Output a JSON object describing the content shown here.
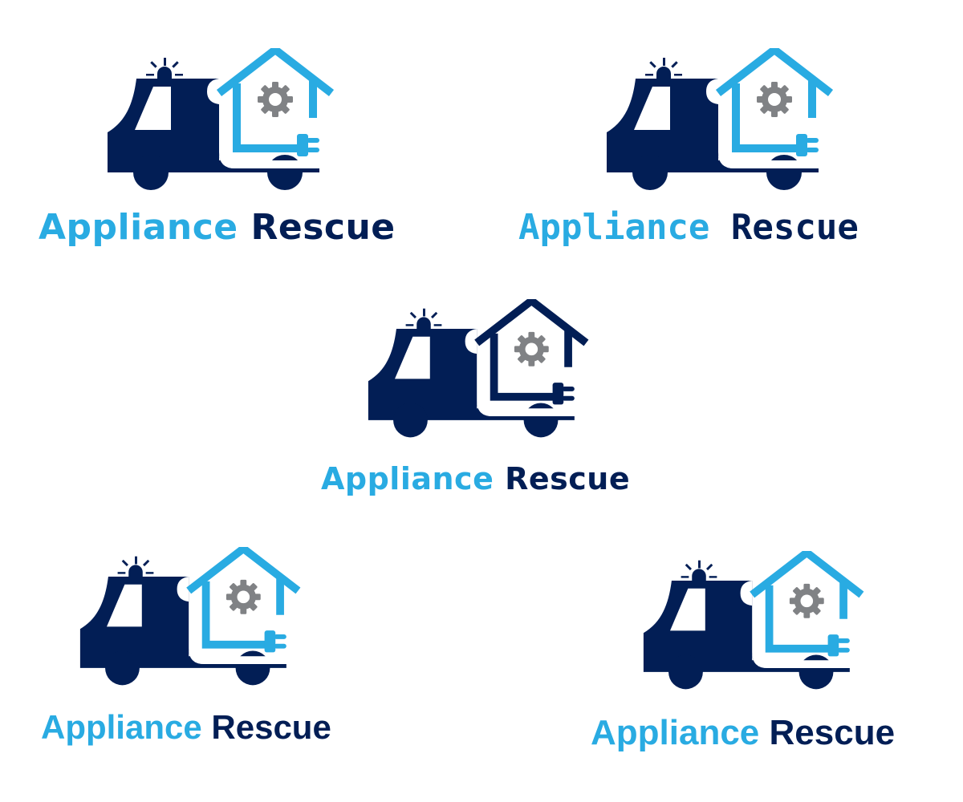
{
  "colors": {
    "navy": "#021e55",
    "blue": "#29abe2",
    "gear": "#808285",
    "background": "#ffffff"
  },
  "logos": [
    {
      "id": "variant-1",
      "word1": "Appliance",
      "word2": "Rescue",
      "house_color": "blue",
      "font_style": "rounded-geometric"
    },
    {
      "id": "variant-2",
      "word1": "Appliance",
      "word2": "Rescue",
      "house_color": "blue",
      "font_style": "squared-tech"
    },
    {
      "id": "variant-3",
      "word1": "Appliance",
      "word2": "Rescue",
      "house_color": "navy",
      "font_style": "rounded-sans"
    },
    {
      "id": "variant-4",
      "word1": "Appliance",
      "word2": "Rescue",
      "house_color": "blue",
      "font_style": "condensed-sans"
    },
    {
      "id": "variant-5",
      "word1": "Appliance",
      "word2": "Rescue",
      "house_color": "blue",
      "font_style": "condensed-sans"
    }
  ],
  "icons": {
    "truck": "emergency-truck-icon",
    "siren": "siren-light-icon",
    "house": "house-outline-icon",
    "gear": "gear-icon",
    "plug": "electric-plug-icon"
  }
}
